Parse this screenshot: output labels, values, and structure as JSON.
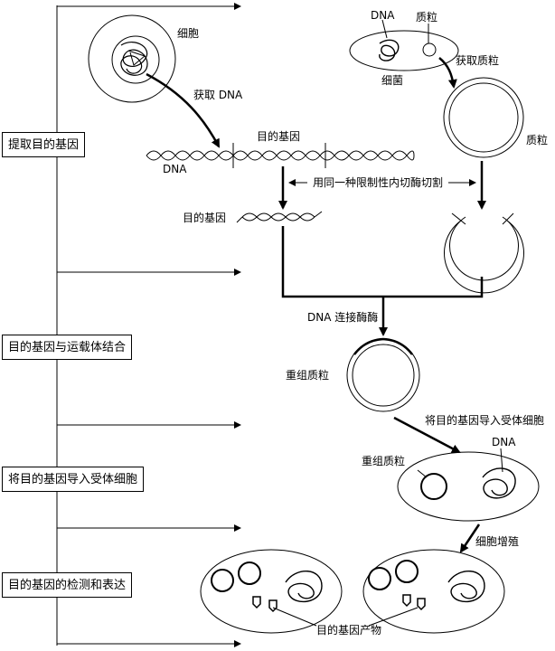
{
  "steps": [
    "提取目的基因",
    "目的基因与运载体结合",
    "将目的基因导入受体细胞",
    "目的基因的检测和表达"
  ],
  "labels": {
    "cell": "细胞",
    "get_dna": "获取 DNA",
    "dna_top": "DNA",
    "plasmid_top": "质粒",
    "bacterium": "细菌",
    "get_plasmid": "获取质粒",
    "plasmid_right": "质粒",
    "target_gene_top": "目的基因",
    "dna_left": "DNA",
    "same_enzyme": "用同一种限制性内切酶切割",
    "target_gene_left": "目的基因",
    "ligase": "DNA 连接酶酶",
    "recombinant": "重组质粒",
    "import": "将目的基因导入受体细胞",
    "dna_recv": "DNA",
    "recombinant_recv": "重组质粒",
    "proliferate": "细胞增殖",
    "product": "目的基因产物"
  },
  "colors": {
    "ink": "#000000",
    "background": "#ffffff"
  }
}
